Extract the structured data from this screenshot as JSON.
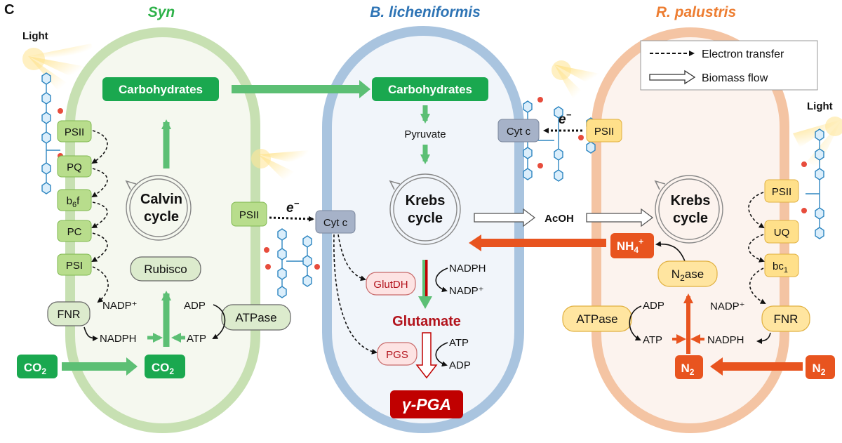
{
  "panel_letter": "C",
  "organisms": {
    "syn": "Syn",
    "bl": "B. licheniformis",
    "rp": "R. palustris"
  },
  "legend": {
    "electron": "Electron transfer",
    "biomass": "Biomass flow"
  },
  "light": "Light",
  "syn": {
    "carbohydrates": "Carbohydrates",
    "psii": "PSII",
    "pq": "PQ",
    "b6f_main": "b",
    "b6f_sub": "6",
    "b6f_tail": "f",
    "pc": "PC",
    "psi": "PSI",
    "fnr": "FNR",
    "nadp_plus": "NADP⁺",
    "nadph": "NADPH",
    "calvin_1": "Calvin",
    "calvin_2": "cycle",
    "rubisco": "Rubisco",
    "adp": "ADP",
    "atp": "ATP",
    "atpase": "ATPase",
    "co2_main": "CO",
    "co2_sub": "2"
  },
  "bl": {
    "carbohydrates": "Carbohydrates",
    "pyruvate": "Pyruvate",
    "krebs_1": "Krebs",
    "krebs_2": "cycle",
    "psii": "PSII",
    "electron": "e",
    "electron_sup": "−",
    "cytc": "Cyt c",
    "glutdh": "GlutDH",
    "nadph": "NADPH",
    "nadp_plus": "NADP⁺",
    "glutamate": "Glutamate",
    "pgs": "PGS",
    "atp": "ATP",
    "adp": "ADP",
    "pga": "γ-PGA"
  },
  "acoh": "AcOH",
  "rp": {
    "cytc": "Cyt c",
    "psii_top": "PSII",
    "electron": "e",
    "electron_sup": "−",
    "krebs_1": "Krebs",
    "krebs_2": "cycle",
    "psii": "PSII",
    "uq": "UQ",
    "bc1_main": "bc",
    "bc1_sub": "1",
    "nh4_main": "NH",
    "nh4_sub": "4",
    "nh4_sup": "+",
    "n2ase_main": "N",
    "n2ase_sub": "2",
    "n2ase_tail": "ase",
    "atpase": "ATPase",
    "adp": "ADP",
    "atp": "ATP",
    "nadph": "NADPH",
    "nadp_plus": "NADP⁺",
    "fnr": "FNR",
    "n2_main": "N",
    "n2_sub": "2"
  },
  "colors": {
    "syn_title": "#2eb24a",
    "bl_title": "#2e74b5",
    "rp_title": "#ed7d31",
    "green_box": "#1aa84f",
    "green_arrow": "#5cbf74",
    "orange_box": "#e8541f",
    "red_box": "#c00000",
    "dark_red": "#b2121b"
  }
}
